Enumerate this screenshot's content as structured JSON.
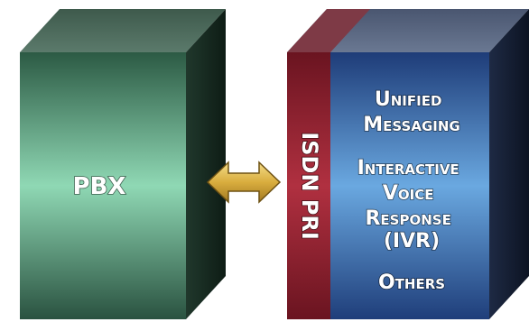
{
  "colors": {
    "pbx_front": "#5fae8a",
    "pbx_top": "#4f6d5f",
    "pbx_side": "#1d3328",
    "pri_strip": "#8a1f2c",
    "server_front": "#3c74b4",
    "server_top": "#5a6a84",
    "server_side": "#1a2438",
    "arrow": "#d9b24a"
  },
  "pbx": {
    "label": "PBX"
  },
  "connector": {
    "icon": "double-arrow-icon"
  },
  "isdn": {
    "label": "ISDN PRI"
  },
  "server": {
    "items": [
      {
        "lines": [
          "Unified",
          "Messaging"
        ]
      },
      {
        "lines": [
          "Interactive",
          "Voice",
          "Response",
          "(IVR)"
        ]
      },
      {
        "lines": [
          "Others"
        ]
      }
    ]
  }
}
